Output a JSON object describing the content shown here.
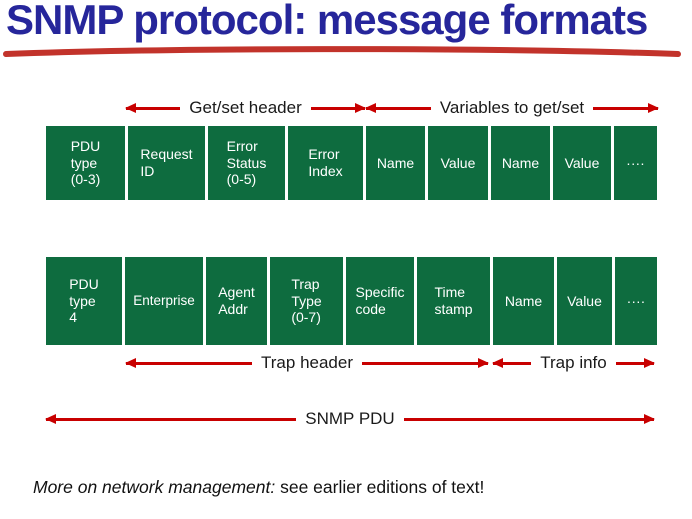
{
  "title": "SNMP protocol: message formats",
  "colors": {
    "title_blue": "#26269b",
    "underline_red": "#c2332b",
    "arrow_red": "#c80000",
    "box_green": "#0e6c3f"
  },
  "arrows": {
    "get_set_header": "Get/set header",
    "variables": "Variables to get/set",
    "trap_header": "Trap header",
    "trap_info": "Trap info",
    "snmp_pdu": "SNMP PDU"
  },
  "rows": {
    "get_set": {
      "cells": [
        "PDU\ntype\n(0-3)",
        "Request\nID",
        "Error\nStatus\n(0-5)",
        "Error\nIndex",
        "Name",
        "Value",
        "Name",
        "Value",
        "····"
      ]
    },
    "trap": {
      "cells": [
        "PDU\ntype\n4",
        "Enterprise",
        "Agent\nAddr",
        "Trap\nType\n(0-7)",
        "Specific\ncode",
        "Time\nstamp",
        "Name",
        "Value",
        "····"
      ]
    }
  },
  "footer": {
    "italic": "More on network management:",
    "regular": " see earlier editions of text!"
  }
}
